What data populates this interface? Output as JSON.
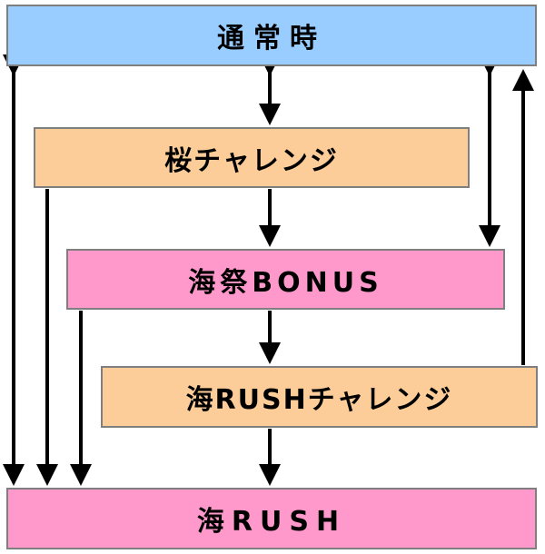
{
  "boxes": {
    "normal": {
      "label": "通常時",
      "color": "#99ccff"
    },
    "sakura_challenge": {
      "label": "桜チャレンジ",
      "color": "#fccc99"
    },
    "umi_matsuri_bonus": {
      "label": "海祭BONUS",
      "color": "#ff99cc"
    },
    "umi_rush_challenge": {
      "label": "海RUSHチャレンジ",
      "color": "#fccc99"
    },
    "umi_rush": {
      "label": "海RUSH",
      "color": "#ff99cc"
    }
  },
  "connections": [
    {
      "from": "normal",
      "to": "sakura_challenge",
      "direction": "both"
    },
    {
      "from": "sakura_challenge",
      "to": "umi_matsuri_bonus",
      "direction": "forward"
    },
    {
      "from": "umi_matsuri_bonus",
      "to": "umi_rush_challenge",
      "direction": "forward"
    },
    {
      "from": "umi_rush_challenge",
      "to": "umi_rush",
      "direction": "forward"
    },
    {
      "from": "normal",
      "to": "umi_rush",
      "direction": "both"
    },
    {
      "from": "sakura_challenge",
      "to": "umi_rush",
      "direction": "forward"
    },
    {
      "from": "umi_matsuri_bonus",
      "to": "umi_rush",
      "direction": "forward"
    },
    {
      "from": "normal",
      "to": "umi_matsuri_bonus",
      "direction": "both"
    },
    {
      "from": "umi_rush_challenge",
      "to": "normal",
      "direction": "forward"
    }
  ]
}
